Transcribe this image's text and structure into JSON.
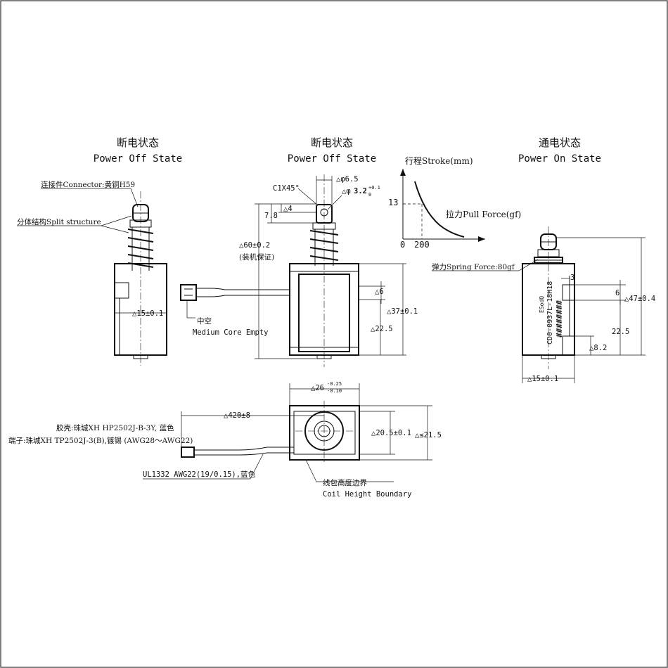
{
  "views": {
    "left": {
      "title_zh": "断电状态",
      "title_en": "Power Off State"
    },
    "middle": {
      "title_zh": "断电状态",
      "title_en": "Power Off State"
    },
    "right": {
      "title_zh": "通电状态",
      "title_en": "Power On State"
    }
  },
  "left_labels": {
    "connector": "连接件Connector:黄铜H59",
    "split": "分体结构Split structure",
    "width": "△15±0.1"
  },
  "middle_labels": {
    "chamfer": "C1X45°",
    "phi": "△φ6.5",
    "hole_prefix": "△φ",
    "hole_value": "3.2",
    "hole_sup": "+0.1",
    "hole_sub": "0",
    "d4": "△4",
    "d78": "7.8",
    "d60": "△60±0.2",
    "d60_note": "(装机保证)",
    "d6": "△6",
    "d37": "△37±0.1",
    "d225": "△22.5",
    "core_zh": "中空",
    "core_en": "Medium Core Empty"
  },
  "force_graph": {
    "y_axis_label": "行程Stroke(mm)",
    "x_axis_label": "拉力Pull Force(gf)",
    "y_tick": "13",
    "x_tick_0": "0",
    "x_tick_200": "200"
  },
  "right_labels": {
    "spring": "弹力Spring Force:80gf",
    "d3": "3",
    "d6": "6",
    "d47": "△47±0.4",
    "d225": "22.5",
    "d82": "△8.2",
    "d15": "△15±0.1",
    "stamp_line1": "CD0-0937L-18H18",
    "stamp_line2": "########",
    "stamp_line3": "ESodQ"
  },
  "bottom_labels": {
    "d26_base": "△26",
    "d26_sup": "-0.25",
    "d26_sub": "-0.10",
    "d420": "△420±8",
    "d205": "△20.5±0.1",
    "d215": "△≤21.5",
    "housing": "胶壳:珠城XH HP2502J-B-3Y, 蓝色",
    "terminal": "端子:珠城XH TP2502J-3(B),镀锡 (AWG28～AWG22)",
    "wire": "UL1332 AWG22(19/0.15),蓝色",
    "coil_zh": "线包高度边界",
    "coil_en": "Coil Height Boundary"
  }
}
